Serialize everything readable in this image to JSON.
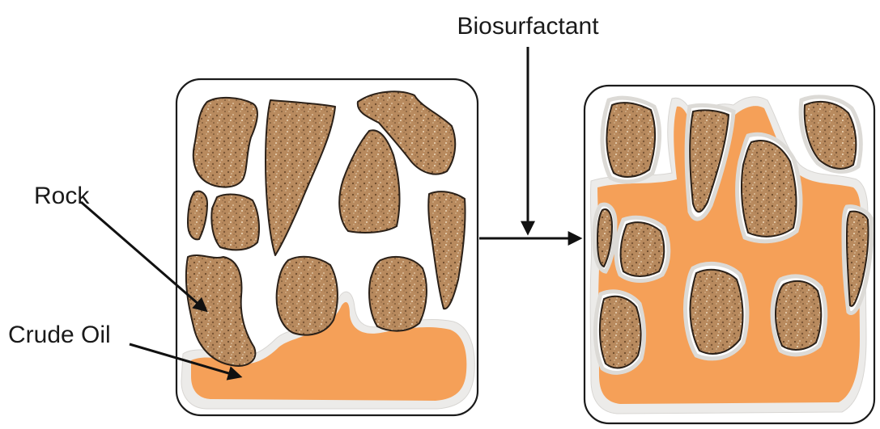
{
  "labels": {
    "biosurfactant": "Biosurfactant",
    "rock": "Rock",
    "crude_oil": "Crude Oil"
  },
  "colors": {
    "oil": "#f5a058",
    "rock_base": "#b88a5e",
    "rock_speckle_dark": "#6b4a2c",
    "rock_speckle_light": "#e8d2b4",
    "oil_halo": "#ecebe9",
    "outline": "#1b1b1b"
  }
}
